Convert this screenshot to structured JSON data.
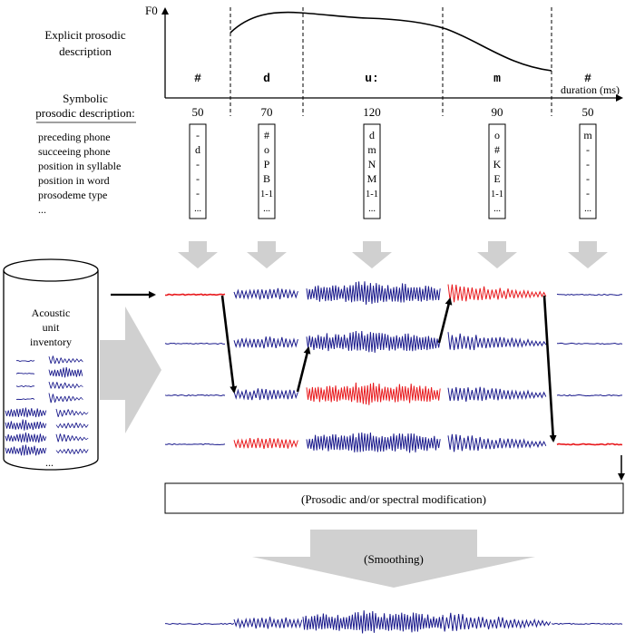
{
  "f0_axis_label": "F0",
  "duration_axis_label": "duration (ms)",
  "explicit_label": [
    "Explicit prosodic",
    "description"
  ],
  "symbolic_label": [
    "Symbolic",
    "prosodic description:"
  ],
  "features": [
    "preceding phone",
    "succeeing phone",
    "position in syllable",
    "position in word",
    "prosodeme type",
    "..."
  ],
  "phones": [
    {
      "symbol": "#",
      "duration": "50",
      "vector": [
        "-",
        "d",
        "-",
        "-",
        "-",
        "..."
      ]
    },
    {
      "symbol": "d",
      "duration": "70",
      "vector": [
        "#",
        "o",
        "P",
        "B",
        "1-1",
        "..."
      ]
    },
    {
      "symbol": "u:",
      "duration": "120",
      "vector": [
        "d",
        "m",
        "N",
        "M",
        "1-1",
        "..."
      ]
    },
    {
      "symbol": "m",
      "duration": "90",
      "vector": [
        "o",
        "#",
        "K",
        "E",
        "1-1",
        "..."
      ]
    },
    {
      "symbol": "#",
      "duration": "50",
      "vector": [
        "m",
        "-",
        "-",
        "-",
        "-",
        "..."
      ]
    }
  ],
  "inventory_label": [
    "Acoustic",
    "unit",
    "inventory"
  ],
  "inventory_ellipsis": "...",
  "modification_label": "(Prosodic and/or spectral modification)",
  "smoothing_label": "(Smoothing)",
  "colors": {
    "waveform": "#1a1a8c",
    "selected": "#e8191d",
    "arrow": "#000000",
    "grey_arrow": "#cccccc",
    "divider": "#000000"
  },
  "selected_units": [
    0,
    3,
    2,
    0,
    3
  ]
}
